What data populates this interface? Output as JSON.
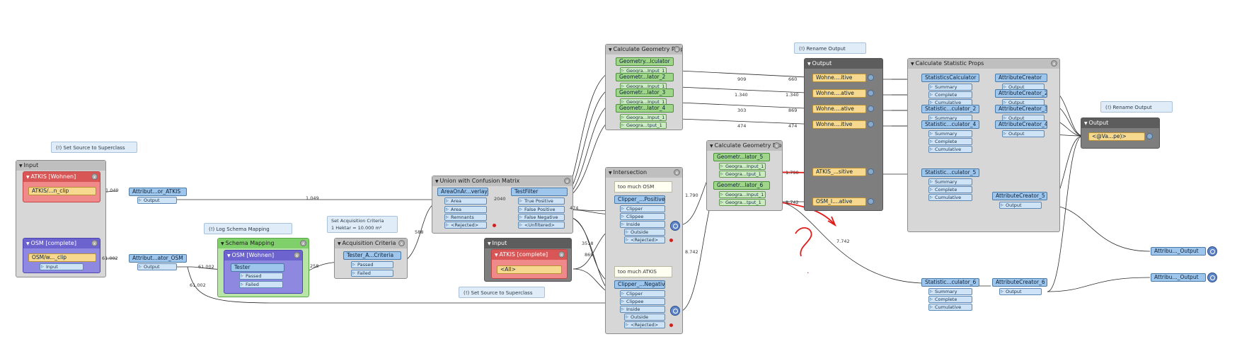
{
  "bookmarks": {
    "set_source_1": "Set Source to Superclass",
    "log_schema": "Log Schema Mapping",
    "set_acq_1": "Set Acquisition Criteria",
    "set_acq_2": "1 Hektar = 10.000 m²",
    "set_source_2": "Set Source to Superclass",
    "rename_output_1": "Rename Output",
    "rename_output_2": "Rename Output"
  },
  "groups": {
    "input": "Input",
    "atkis_wohnen": "ATKIS [Wohnen]",
    "osm_complete": "OSM [complete]",
    "schema_mapping": "Schema Mapping",
    "osm_wohnen": "OSM [Wohnen]",
    "acq_criteria": "Acquisition Criteria",
    "union": "Union with Confusion Matrix",
    "input2": "Input",
    "atkis_complete": "ATKIS [complete]",
    "calc_geom_1": "Calculate Geometry Props",
    "intersection": "Intersection",
    "calc_geom_2": "Calculate Geometry Props",
    "output": "Output",
    "calc_stat": "Calculate Statistic Props",
    "output2": "Output"
  },
  "transformers": {
    "atkis_reader": "ATKIS/...n_clip",
    "osm_reader": "OSM/w..._clip",
    "osm_input": "Input",
    "attr_atkis": "Attribut...or_ATKIS",
    "attr_osm": "Attribut...ator_OSM",
    "tester": "Tester",
    "tester_a": "Tester_A...Criteria",
    "area_overlayer": "AreaOnAr...verlayer",
    "testfilter": "TestFilter",
    "atkis_all": "<All>",
    "geom_1": "Geometry...lculator",
    "geom_2": "Geometr...lator_2",
    "geom_3": "Geometr...lator_3",
    "geom_4": "Geometr...lator_4",
    "clipper_pos": "Clipper_...Positive",
    "clipper_neg": "Clipper_...Negative",
    "geom_5": "Geometr...lator_5",
    "geom_6": "Geometr...lator_6",
    "w1": "Wohne....itive",
    "w2": "Wohne....ative",
    "w3": "Wohne....ative",
    "w4": "Wohne....itive",
    "atkis_out": "ATKIS_...sitive",
    "osm_out": "OSM_I....ative",
    "stat_1": "StatisticsCalculator",
    "stat_2": "Statistic...culator_2",
    "stat_4": "Statistic...culator_4",
    "stat_5": "Statistic...culator_5",
    "stat_6": "Statistic...culator_6",
    "ac_1": "AttributeCreator",
    "ac_2": "AttributeCreator_2",
    "ac_3": "AttributeCreator_3",
    "ac_4": "AttributeCreator_4",
    "ac_5": "AttributeCreator_5",
    "ac_6": "AttributeCreator_6",
    "final_out": "<@Va...pe)>",
    "attr_out_1": "Attribu..._Output",
    "attr_out_2": "Attribu..._Output"
  },
  "ports": {
    "output": "Output",
    "passed": "Passed",
    "failed": "Failed",
    "area": "Area",
    "remnants": "Remnants",
    "rejected": "<Rejected>",
    "true_positive": "True Positive",
    "false_positive": "False Positive",
    "false_negative": "False Negative",
    "unfiltered": "<Unfiltered>",
    "geogra_input1": "Geogra...Input_1",
    "geogra_tput1": "Geogra...tput_1",
    "clipper": "Clipper",
    "clippee": "Clippee",
    "inside": "Inside",
    "outside": "Outside",
    "summary": "Summary",
    "complete": "Complete",
    "cumulative": "Cumulative"
  },
  "notes": {
    "too_much_osm": "too much OSM",
    "too_much_atkis": "too much ATKIS"
  },
  "counts": {
    "c1049a": "1.049",
    "c1049b": "1.049",
    "c61002a": "61.002",
    "c61002b": "61.002",
    "c61002c": "61.002",
    "c258": "258",
    "c588": "588",
    "c2040": "2040",
    "c474": "474",
    "c3518": "3518",
    "c869": "869",
    "c8742a": "8.742",
    "c1790": "1.790",
    "c8742b": "8.742",
    "c1790b": "1.790",
    "c7742": "7.742",
    "c909": "909",
    "c660": "660",
    "c1340": "1.340",
    "c1340b": "1.340",
    "c303": "303",
    "c869b": "869",
    "c474b": "474",
    "c474c": "474"
  },
  "annotation_question": "?",
  "annotation_dot": ".",
  "colors": {
    "connection": "#2b2b2b",
    "annotation": "#e21b1b",
    "transformer_blue": "#9ec5ec",
    "geometry_green": "#9fd68a",
    "writer_yellow": "#f6d98e"
  }
}
